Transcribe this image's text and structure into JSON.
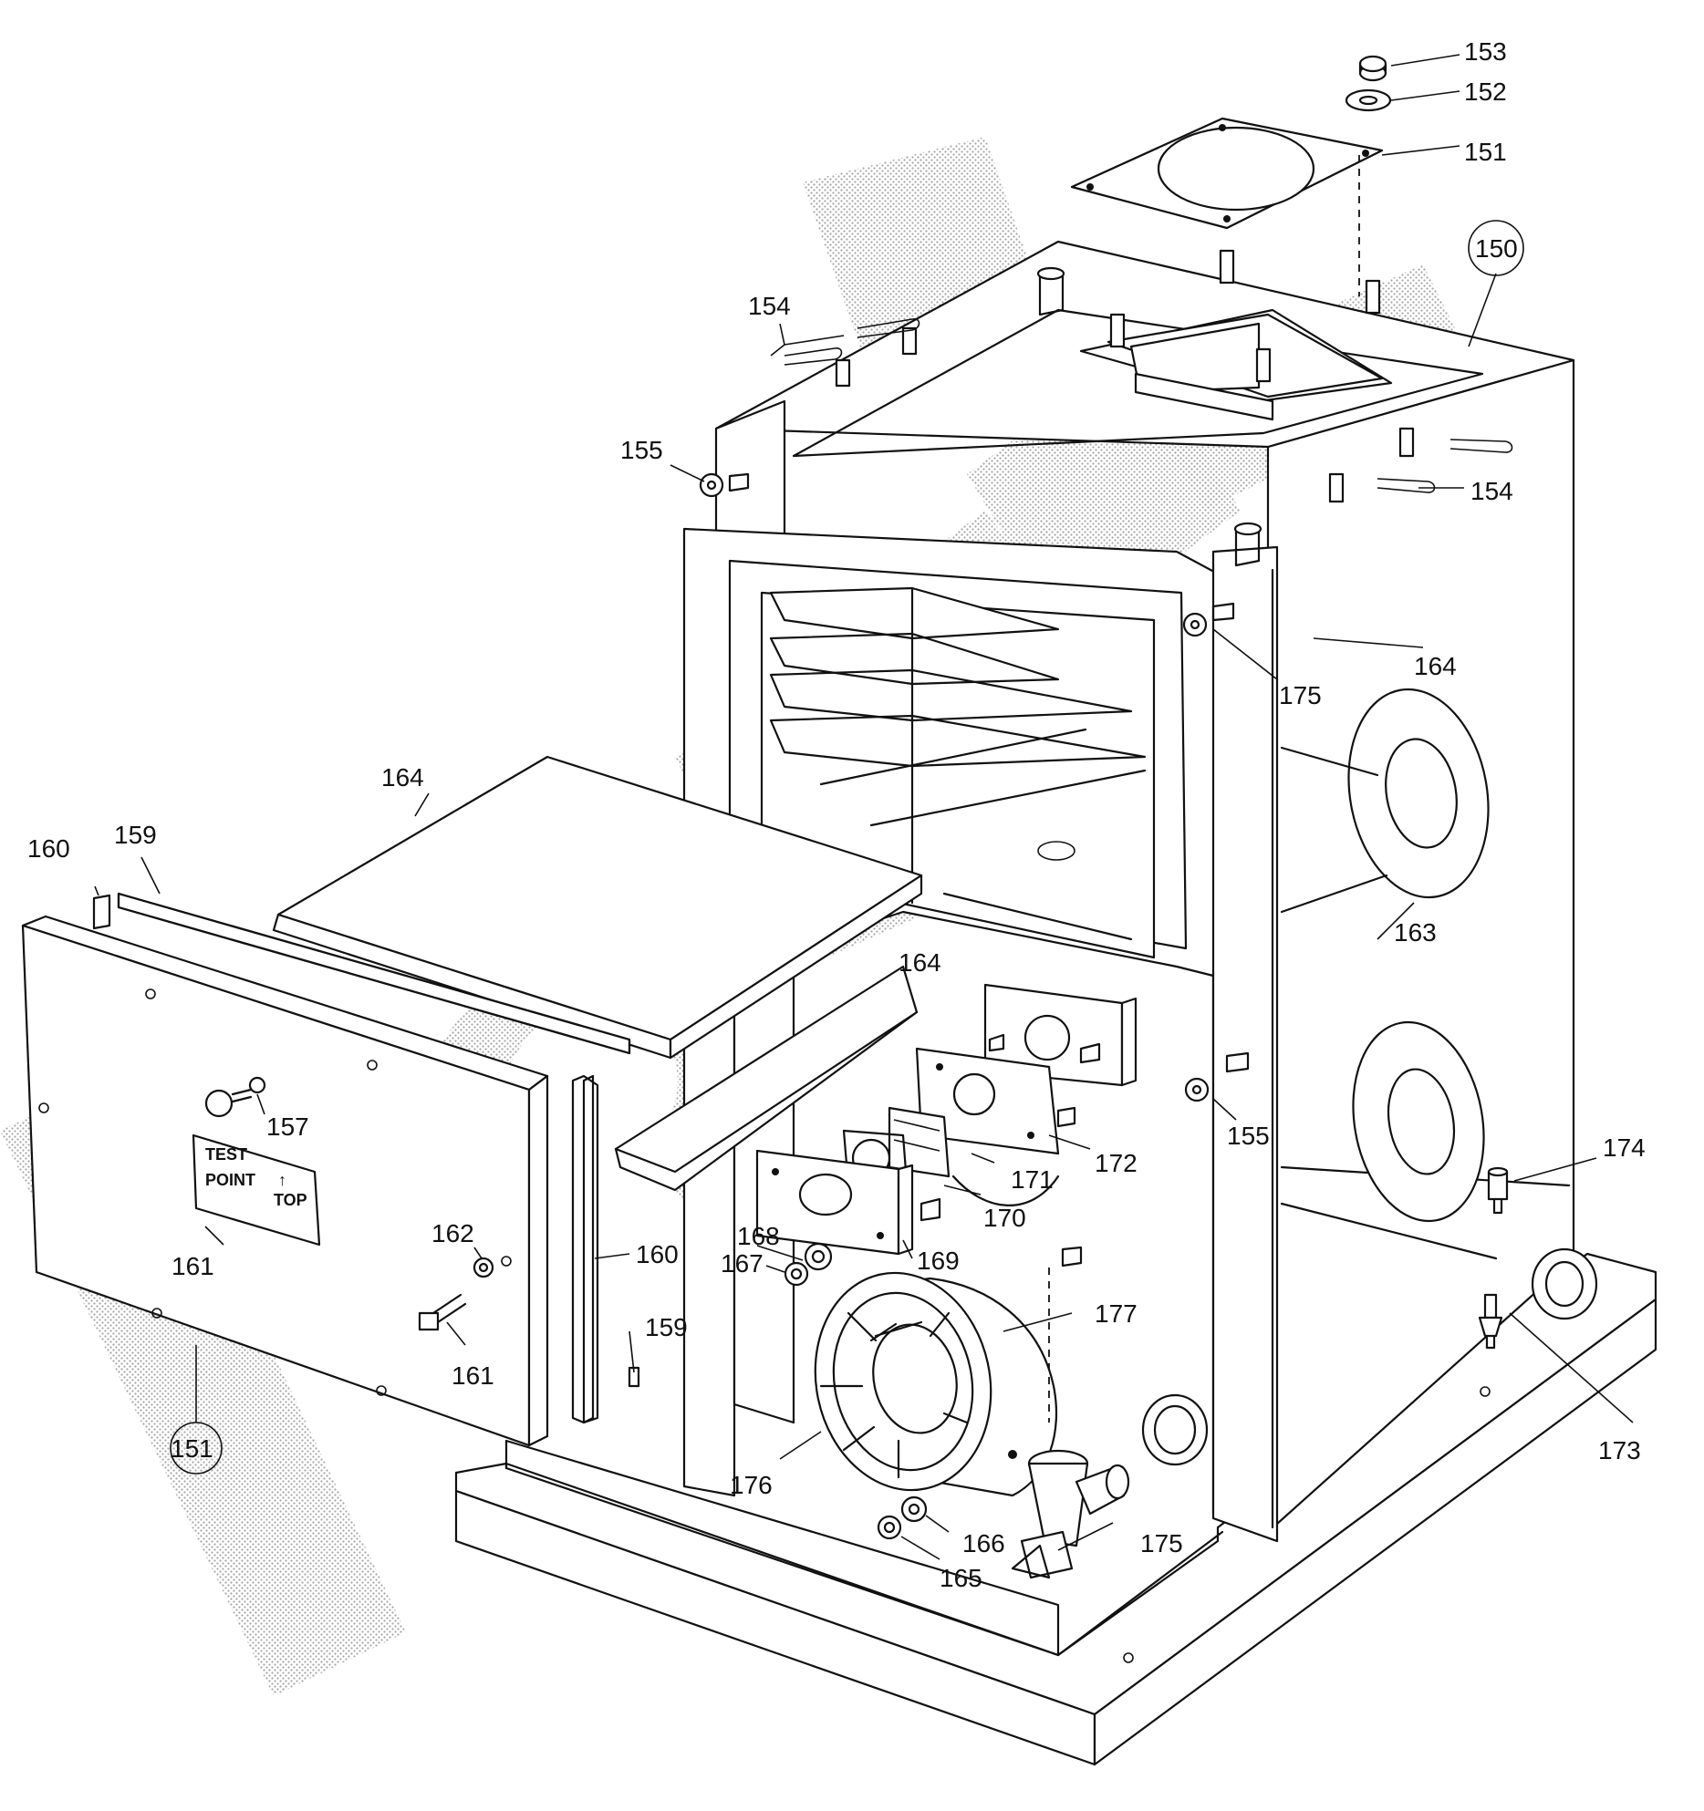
{
  "labels": [
    {
      "id": "153",
      "text": "153"
    },
    {
      "id": "152",
      "text": "152"
    },
    {
      "id": "151-top",
      "text": "151"
    },
    {
      "id": "150",
      "text": "150"
    },
    {
      "id": "154-left",
      "text": "154"
    },
    {
      "id": "154-right",
      "text": "154"
    },
    {
      "id": "155-top",
      "text": "155"
    },
    {
      "id": "175-top",
      "text": "175"
    },
    {
      "id": "164-right",
      "text": "164"
    },
    {
      "id": "164-panel",
      "text": "164"
    },
    {
      "id": "164-mid",
      "text": "164"
    },
    {
      "id": "163",
      "text": "163"
    },
    {
      "id": "160-top",
      "text": "160"
    },
    {
      "id": "159-top",
      "text": "159"
    },
    {
      "id": "157",
      "text": "157"
    },
    {
      "id": "162",
      "text": "162"
    },
    {
      "id": "161-plate",
      "text": "161"
    },
    {
      "id": "161-screw",
      "text": "161"
    },
    {
      "id": "151-bottom",
      "text": "151"
    },
    {
      "id": "160-side",
      "text": "160"
    },
    {
      "id": "159-side",
      "text": "159"
    },
    {
      "id": "155-mid",
      "text": "155"
    },
    {
      "id": "172",
      "text": "172"
    },
    {
      "id": "171",
      "text": "171"
    },
    {
      "id": "170",
      "text": "170"
    },
    {
      "id": "169",
      "text": "169"
    },
    {
      "id": "168",
      "text": "168"
    },
    {
      "id": "167",
      "text": "167"
    },
    {
      "id": "177",
      "text": "177"
    },
    {
      "id": "174",
      "text": "174"
    },
    {
      "id": "173",
      "text": "173"
    },
    {
      "id": "176",
      "text": "176"
    },
    {
      "id": "166",
      "text": "166"
    },
    {
      "id": "165",
      "text": "165"
    },
    {
      "id": "175-bottom",
      "text": "175"
    }
  ],
  "test_plate": {
    "line1": "TEST",
    "line2": "POINT",
    "arrow": "↑",
    "top": "TOP"
  }
}
